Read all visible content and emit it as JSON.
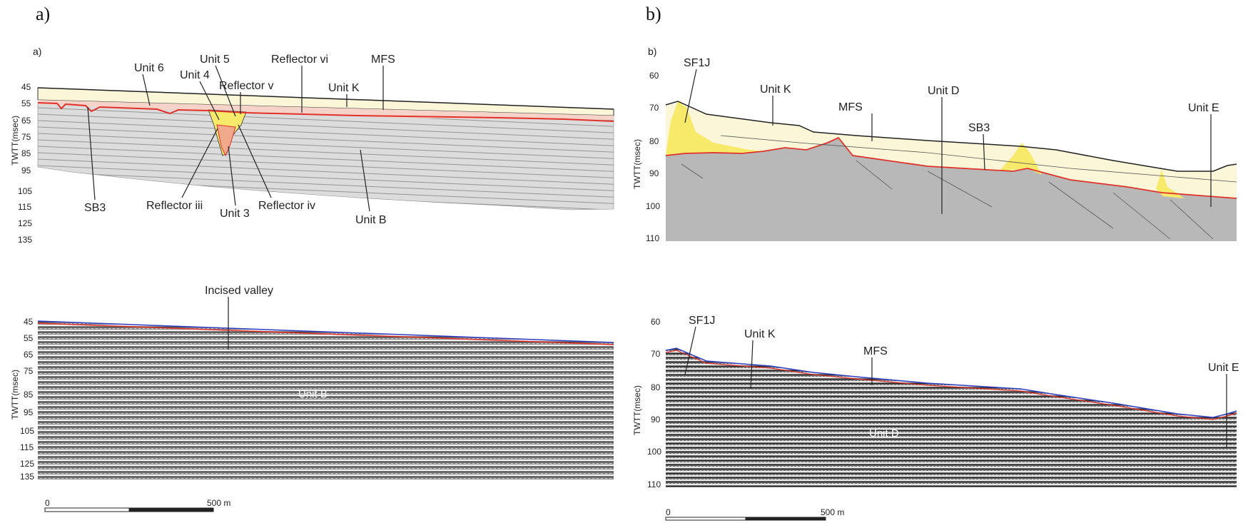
{
  "panels": {
    "a": {
      "panel_label": "a)",
      "sub_label": "a)",
      "axis_label": "TWTT(msec)",
      "ticks": [
        "45",
        "55",
        "65",
        "75",
        "85",
        "95",
        "105",
        "115",
        "125",
        "135"
      ],
      "labels": {
        "unit6": "Unit 6",
        "unit5": "Unit 5",
        "unit4": "Unit 4",
        "reflector_v": "Reflector v",
        "reflector_vi": "Reflector vi",
        "mfs": "MFS",
        "unitK": "Unit K",
        "sb3": "SB3",
        "reflector_iii": "Reflector iii",
        "unit3": "Unit 3",
        "reflector_iv": "Reflector iv",
        "unitB": "Unit B",
        "incised_valley": "Incised valley",
        "unitB_seismic": "Unit B"
      },
      "scale": {
        "start": "0",
        "end": "500 m"
      }
    },
    "b": {
      "panel_label": "b)",
      "sub_label": "b)",
      "axis_label": "TWTT(msec)",
      "ticks": [
        "60",
        "70",
        "80",
        "90",
        "100",
        "110"
      ],
      "labels": {
        "sf1j": "SF1J",
        "unitK": "Unit K",
        "mfs": "MFS",
        "unitD": "Unit D",
        "sb3": "SB3",
        "unitE": "Unit E",
        "sf1j_2": "SF1J",
        "unitK_2": "Unit K",
        "mfs_2": "MFS",
        "unitE_2": "Unit E",
        "unitD_seismic": "Unit D"
      },
      "scale": {
        "start": "0",
        "end": "500 m"
      }
    }
  },
  "colors": {
    "unit_k_fill": "#fbf6d8",
    "unit_e_fill": "#f6e8a0",
    "yellow_fill": "#f7e96a",
    "pink_fill": "#f6d3c8",
    "unit_b_fill": "#dcdcdc",
    "unit_d_fill": "#b8b8b8",
    "red_line": "#e0322a",
    "blue_line": "#3040c0"
  }
}
